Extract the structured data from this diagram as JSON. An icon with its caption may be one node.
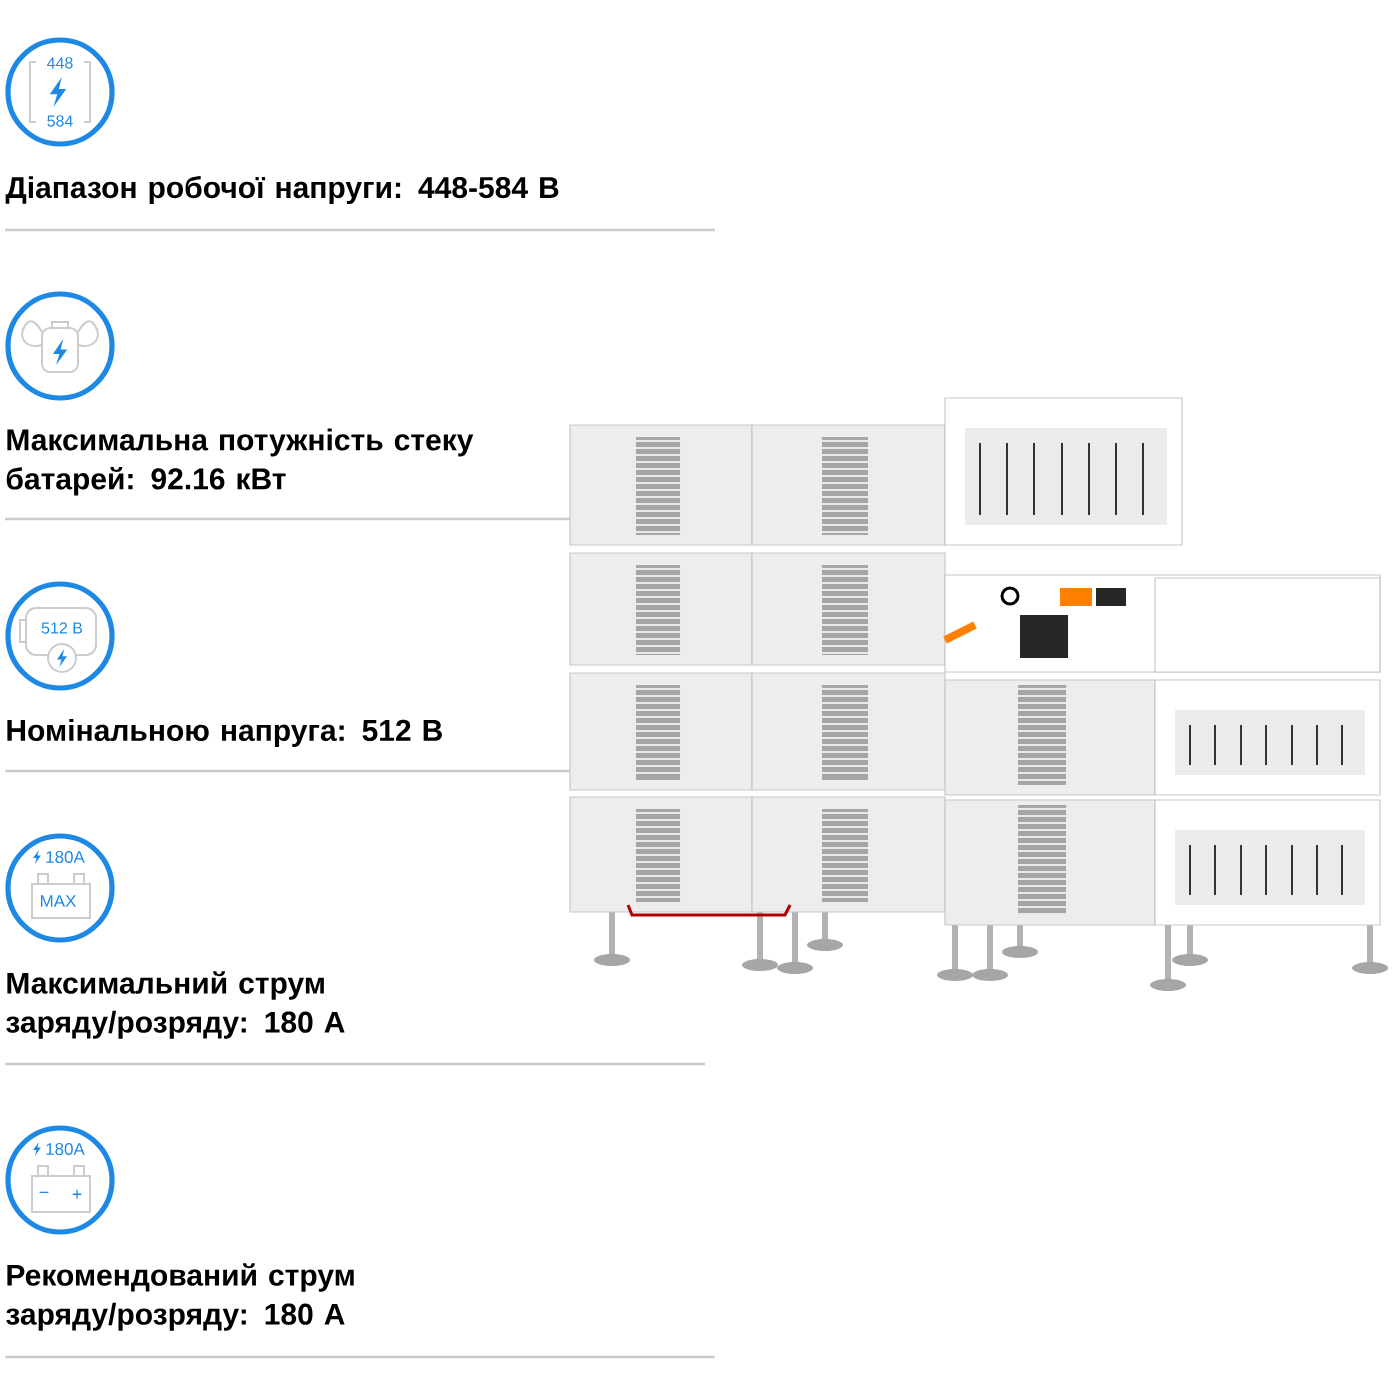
{
  "diagram": {
    "labels": [
      "448",
      "584",
      "Діапазон робочої напруги: 448-584 В",
      "Максимальна потужність стеку батарей: 92.16 кВт",
      "512 В",
      "Номінальною напруга: 512 В",
      "180A",
      "MAX",
      "Максимальний струм заряду/розряду: 180 А",
      "180A",
      "−",
      "+",
      "Рекомендований струм заряду/розряду: 180 А"
    ]
  }
}
